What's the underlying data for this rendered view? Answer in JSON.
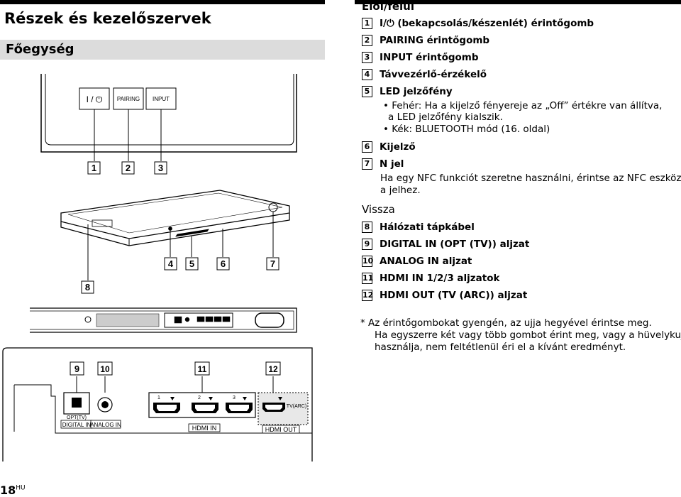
{
  "page_title": "Részek és kezelőszervek",
  "section_title": "Főegység",
  "front_top": {
    "heading": "Elöl/felül",
    "items": [
      {
        "num": "1",
        "label": "I/⏻ (bekapcsolás/készenlét) érintőgomb"
      },
      {
        "num": "2",
        "label": "PAIRING érintőgomb"
      },
      {
        "num": "3",
        "label": "INPUT érintőgomb"
      },
      {
        "num": "4",
        "label": "Távvezérlő-érzékelő"
      },
      {
        "num": "5",
        "label": "LED jelzőfény"
      },
      {
        "num": "6",
        "label": "Kijelző"
      },
      {
        "num": "7",
        "label": "N jel"
      }
    ],
    "led_notes": [
      "• Fehér: Ha a kijelző fényereje az „Off” értékre van állítva,",
      "a LED jelzőfény kialszik.",
      "• Kék: BLUETOOTH mód (16. oldal)"
    ],
    "nfc_note": [
      "Ha egy NFC funkciót szeretne használni, érintse az NFC eszközt",
      "a jelhez."
    ]
  },
  "back": {
    "heading": "Vissza",
    "items": [
      {
        "num": "8",
        "label": "Hálózati tápkábel"
      },
      {
        "num": "9",
        "label": "DIGITAL IN (OPT (TV)) aljzat"
      },
      {
        "num": "10",
        "label": "ANALOG IN aljzat"
      },
      {
        "num": "11",
        "label": "HDMI IN 1/2/3 aljzatok"
      },
      {
        "num": "12",
        "label": "HDMI OUT (TV (ARC)) aljzat"
      }
    ]
  },
  "footnote": [
    "*  Az érintőgombokat gyengén, az ujja hegyével érintse meg.",
    "Ha egyszerre két vagy több gombot érint meg, vagy a hüvelykujját",
    "használja, nem feltétlenül éri el a kívánt eredményt."
  ],
  "diagram": {
    "buttons": {
      "power": "I / ⏻",
      "pairing": "PAIRING",
      "input": "INPUT"
    },
    "callouts": {
      "c1": "1",
      "c2": "2",
      "c3": "3",
      "c4": "4",
      "c5": "5",
      "c6": "6",
      "c7": "7",
      "c8": "8",
      "c9": "9",
      "c10": "10",
      "c11": "11",
      "c12": "12"
    },
    "panel": {
      "opt_tv": "OPT(TV)",
      "digital_in": "DIGITAL IN",
      "analog_in": "ANALOG IN",
      "hdmi_in": "HDMI IN",
      "hdmi_out": "HDMI OUT",
      "tv_arc": "TV(ARC)",
      "port1": "1",
      "port2": "2",
      "port3": "3"
    }
  },
  "page_number": "18",
  "page_lang": "HU"
}
